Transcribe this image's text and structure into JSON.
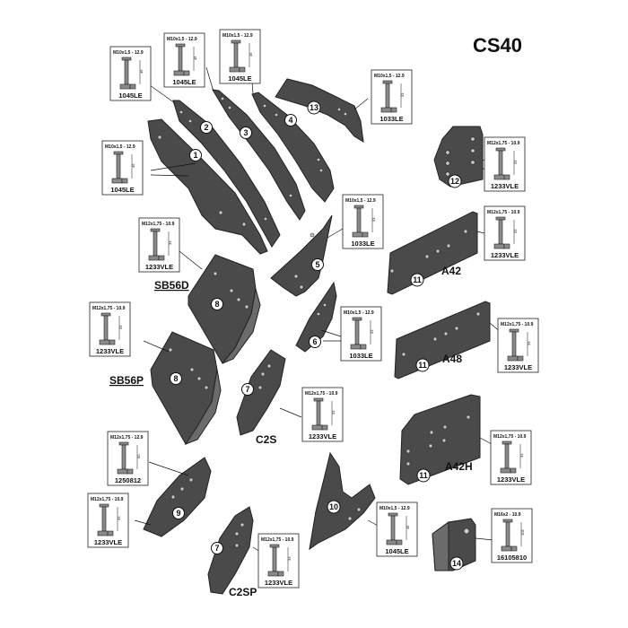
{
  "title": "CS40",
  "parts": [
    {
      "num": "1"
    },
    {
      "num": "2"
    },
    {
      "num": "3"
    },
    {
      "num": "4"
    },
    {
      "num": "13"
    },
    {
      "num": "12"
    },
    {
      "num": "5"
    },
    {
      "num": "11"
    },
    {
      "num": "8"
    },
    {
      "num": "6"
    },
    {
      "num": "11"
    },
    {
      "num": "8"
    },
    {
      "num": "7"
    },
    {
      "num": "11"
    },
    {
      "num": "9"
    },
    {
      "num": "10"
    },
    {
      "num": "7"
    },
    {
      "num": "14"
    }
  ],
  "labels": {
    "sb56d": "SB56D",
    "sb56p": "SB56P",
    "a42": "A42",
    "a48": "A48",
    "a42h": "A42H",
    "c2s": "C2S",
    "c2sp": "C2SP"
  },
  "bolts": [
    {
      "spec": "M10x1,5 - 12.9",
      "code": "1045LE",
      "dim": "45"
    },
    {
      "spec": "M10x1,5 - 12.9",
      "code": "1045LE",
      "dim": "45"
    },
    {
      "spec": "M10x1,5 - 12.9",
      "code": "1045LE",
      "dim": "45"
    },
    {
      "spec": "M10x1,5 - 12.9",
      "code": "1033LE",
      "dim": "33"
    },
    {
      "spec": "M10x1,5 - 12.9",
      "code": "1045LE",
      "dim": "45"
    },
    {
      "spec": "M12x1,75 - 10.9",
      "code": "1233VLE",
      "dim": "33"
    },
    {
      "spec": "M10x1,5 - 12.9",
      "code": "1033LE",
      "dim": "33"
    },
    {
      "spec": "M12x1,75 - 10.9",
      "code": "1233VLE",
      "dim": "33"
    },
    {
      "spec": "M12x1,75 - 10.9",
      "code": "1233VLE",
      "dim": "33"
    },
    {
      "spec": "M10x1,5 - 12.9",
      "code": "1033LE",
      "dim": "33"
    },
    {
      "spec": "M12x1,75 - 10.9",
      "code": "1233VLE",
      "dim": "33"
    },
    {
      "spec": "M12x1,75 - 10.9",
      "code": "1233VLE",
      "dim": "33"
    },
    {
      "spec": "M12x1,75 - 10.9",
      "code": "1233VLE",
      "dim": "33"
    },
    {
      "spec": "M12x1,75 - 10.9",
      "code": "1233VLE",
      "dim": "33"
    },
    {
      "spec": "M12x1,75 - 12.9",
      "code": "1250812",
      "dim": "50"
    },
    {
      "spec": "M12x1,75 - 10.9",
      "code": "1233VLE",
      "dim": "33"
    },
    {
      "spec": "M10x1,5 - 12.9",
      "code": "1045LE",
      "dim": "45"
    },
    {
      "spec": "M12x1,75 - 10.9",
      "code": "1233VLE",
      "dim": "33"
    },
    {
      "spec": "M16x2 - 10.9",
      "code": "16105810",
      "dim": "105"
    }
  ]
}
